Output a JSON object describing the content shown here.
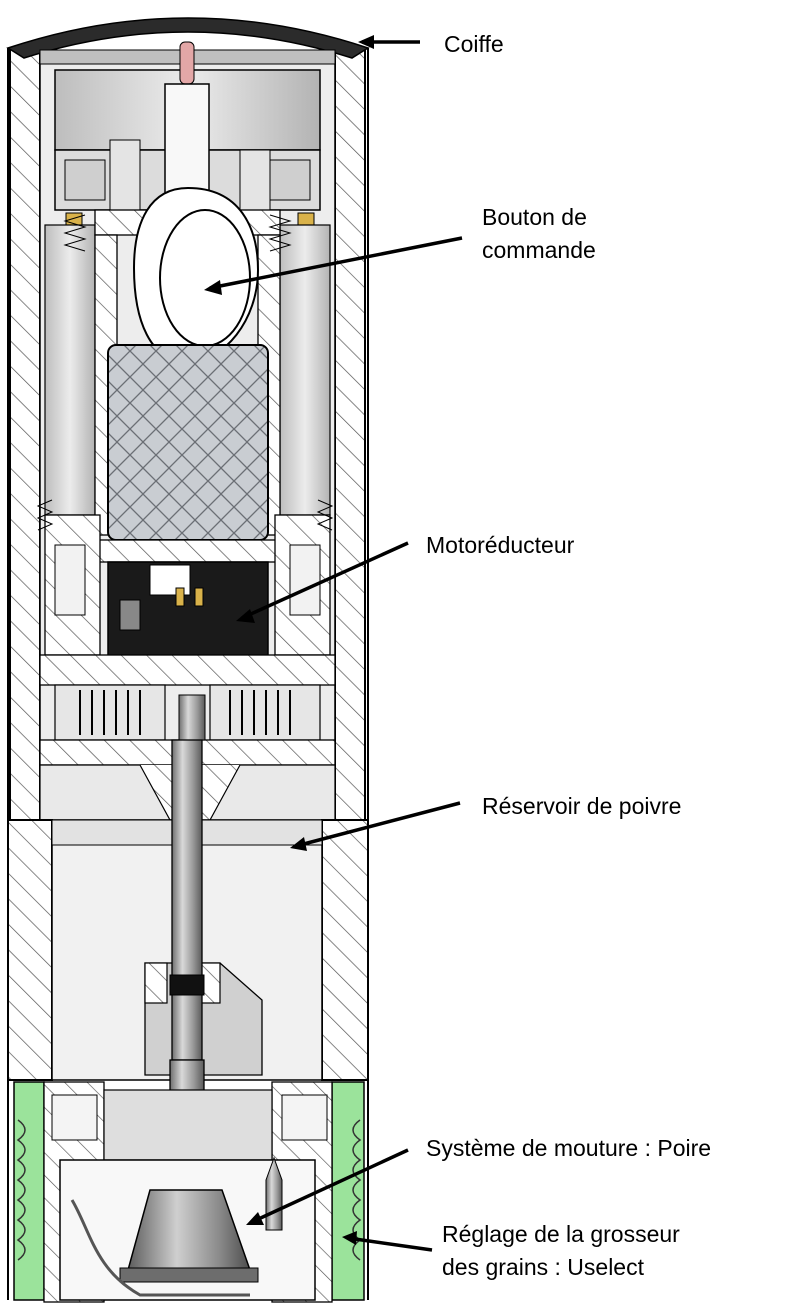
{
  "labels": {
    "coiffe": "Coiffe",
    "bouton_line1": "Bouton de",
    "bouton_line2": "commande",
    "moto": "Motoréducteur",
    "reservoir": "Réservoir de poivre",
    "mouture": "Système de mouture : Poire",
    "reglage_line1": "Réglage de la grosseur",
    "reglage_line2": "des grains : Uselect"
  },
  "colors": {
    "outline": "#000000",
    "hatch": "#444444",
    "green_ring": "#9be39b",
    "motor_mesh": "#c7cbd0",
    "body_gray": "#d8d8d8",
    "light_gray": "#eeeeee",
    "cap": "#2b2b2b",
    "pin": "#e3a7a7",
    "gold": "#d9b24a"
  }
}
